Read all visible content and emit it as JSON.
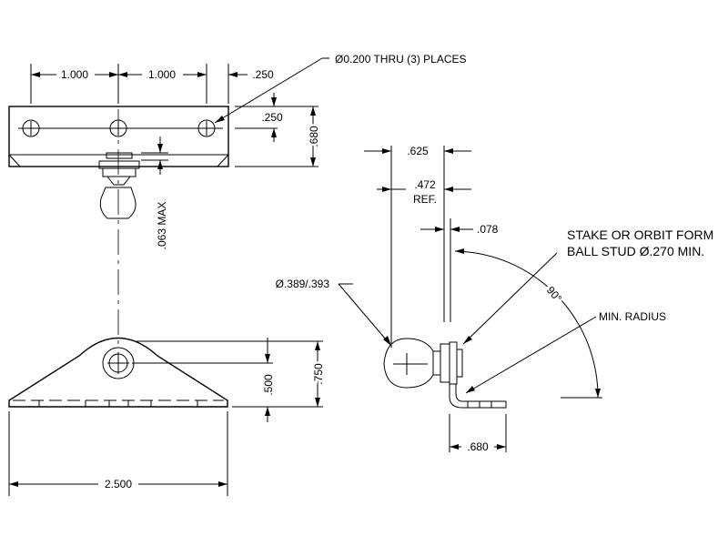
{
  "drawing": {
    "top_view": {
      "dim_hole_spacing_1": "1.000",
      "dim_hole_spacing_2": "1.000",
      "dim_edge_offset": ".250",
      "dim_hole_from_top": ".250",
      "dim_width": ".680",
      "dim_max": ".063 MAX",
      "hole_callout": "Ø0.200 THRU (3) PLACES"
    },
    "front_view": {
      "dim_length": "2.500",
      "dim_hole_height": ".500",
      "dim_total_height": ".750"
    },
    "side_view": {
      "dim_625": ".625",
      "dim_472": ".472",
      "dim_ref": "REF.",
      "dim_078": ".078",
      "dim_ball_dia": "Ø.389/.393",
      "note_stake_1": "STAKE OR ORBIT FORM",
      "note_stake_2": "BALL STUD Ø.270 MIN.",
      "angle": "90°",
      "note_radius": "MIN. RADIUS",
      "dim_680": ".680"
    }
  }
}
